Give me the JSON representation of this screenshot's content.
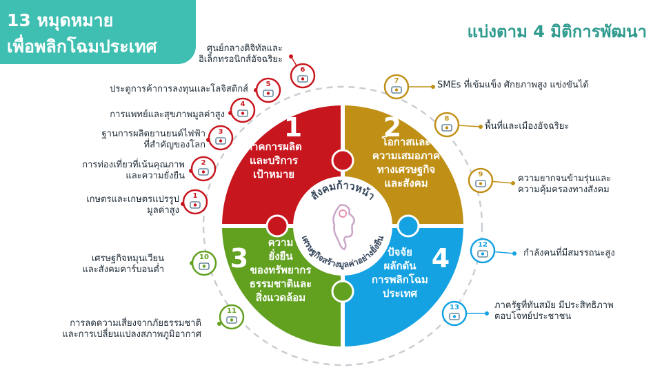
{
  "header": {
    "title_line1": "13 หมุดหมาย",
    "title_line2": "เพื่อพลิกโฉมประเทศ",
    "subtitle": "แบ่งตาม 4 มิติการพัฒนา"
  },
  "center": {
    "top_text": "สังคมก้าวหน้า",
    "bottom_text": "เศรษฐกิจสร้างมูลค่าอย่างยั่งยืน"
  },
  "dimensions": [
    {
      "number": "1",
      "lines": [
        "ภาคการผลิต",
        "และบริการ",
        "เป้าหมาย"
      ],
      "color": "#c8161e"
    },
    {
      "number": "2",
      "lines": [
        "โอกาสและ",
        "ความเสมอภาค",
        "ทางเศรษฐกิจ",
        "และสังคม"
      ],
      "color": "#c09016"
    },
    {
      "number": "3",
      "lines": [
        "ความ",
        "ยั่งยืน",
        "ของทรัพยากร",
        "ธรรมชาติและ",
        "สิ่งแวดล้อม"
      ],
      "color": "#62a020"
    },
    {
      "number": "4",
      "lines": [
        "ปัจจัย",
        "ผลักดัน",
        "การพลิกโฉม",
        "ประเทศ"
      ],
      "color": "#15a2e2"
    }
  ],
  "milestones": [
    {
      "number": "1",
      "lines": [
        "เกษตรและเกษตรแปรรูป",
        "มูลค่าสูง"
      ],
      "color": "#c8161e",
      "icon": "agriculture-icon"
    },
    {
      "number": "2",
      "lines": [
        "การท่องเที่ยวที่เน้นคุณภาพ",
        "และความยั่งยืน"
      ],
      "color": "#c8161e",
      "icon": "tourism-icon"
    },
    {
      "number": "3",
      "lines": [
        "ฐานการผลิตยานยนต์ไฟฟ้า",
        "ที่สำคัญของโลก"
      ],
      "color": "#c8161e",
      "icon": "ev-charging-icon"
    },
    {
      "number": "4",
      "lines": [
        "การแพทย์และสุขภาพมูลค่าสูง"
      ],
      "color": "#c8161e",
      "icon": "medical-icon"
    },
    {
      "number": "5",
      "lines": [
        "ประตูการค้าการลงทุนและโลจิสติกส์"
      ],
      "color": "#c8161e",
      "icon": "logistics-icon"
    },
    {
      "number": "6",
      "lines": [
        "ศูนย์กลางดิจิทัลและ",
        "อิเล็กทรอนิกส์อัจฉริยะ"
      ],
      "color": "#c8161e",
      "icon": "digital-icon"
    },
    {
      "number": "7",
      "lines": [
        "SMEs ที่เข้มแข็ง ศักยภาพสูง แข่งขันได้"
      ],
      "color": "#c09016",
      "icon": "shop-icon"
    },
    {
      "number": "8",
      "lines": [
        "พื้นที่และเมืองอัจฉริยะ"
      ],
      "color": "#c09016",
      "icon": "smart-city-icon"
    },
    {
      "number": "9",
      "lines": [
        "ความยากจนข้ามรุ่นและ",
        "ความคุ้มครองทางสังคม"
      ],
      "color": "#c09016",
      "icon": "family-icon"
    },
    {
      "number": "10",
      "lines": [
        "เศรษฐกิจหมุนเวียน",
        "และสังคมคาร์บอนต่ำ"
      ],
      "color": "#62a020",
      "icon": "recycle-icon"
    },
    {
      "number": "11",
      "lines": [
        "การลดความเสี่ยงจากภัยธรรมชาติ",
        "และการเปลี่ยนแปลงสภาพภูมิอากาศ"
      ],
      "color": "#62a020",
      "icon": "climate-icon"
    },
    {
      "number": "12",
      "lines": [
        "กำลังคนที่มีสมรรถนะสูง"
      ],
      "color": "#15a2e2",
      "icon": "workforce-icon"
    },
    {
      "number": "13",
      "lines": [
        "ภาครัฐที่ทันสมัย มีประสิทธิภาพ",
        "ตอบโจทย์ประชาชน"
      ],
      "color": "#15a2e2",
      "icon": "government-icon"
    }
  ],
  "colors": {
    "header_bg": "#3fbfb2",
    "subtitle": "#2f9a8e",
    "orbit": "#c9cdd2",
    "center_text": "#33445a"
  }
}
